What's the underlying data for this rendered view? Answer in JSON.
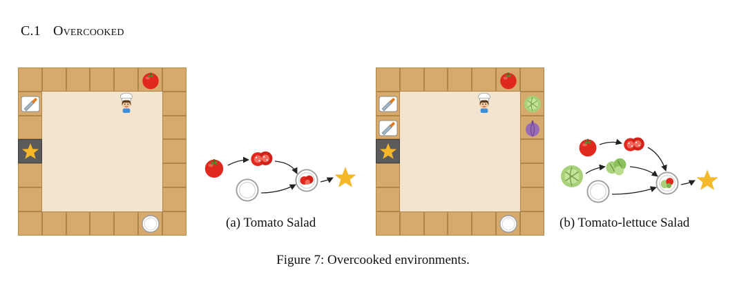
{
  "section": {
    "number": "C.1",
    "title": "Overcooked"
  },
  "subfigures": [
    {
      "label": "(a) Tomato Salad"
    },
    {
      "label": "(b) Tomato-lettuce Salad"
    }
  ],
  "figure_caption": "Figure 7: Overcooked environments.",
  "icons": [
    "tomato-icon",
    "chef-icon",
    "knife-icon",
    "star-icon",
    "plate-icon",
    "lettuce-icon",
    "onion-icon",
    "chopped-tomato-icon",
    "chopped-lettuce-icon",
    "salad-plate-icon"
  ],
  "colors": {
    "wall": "#d6aa6d",
    "floor": "#f3e4cf",
    "serve": "#5b5b5b",
    "tomato": "#e0281e",
    "star": "#f5b82a",
    "lettuce": "#a8d27a",
    "onion": "#9a6cb8"
  }
}
